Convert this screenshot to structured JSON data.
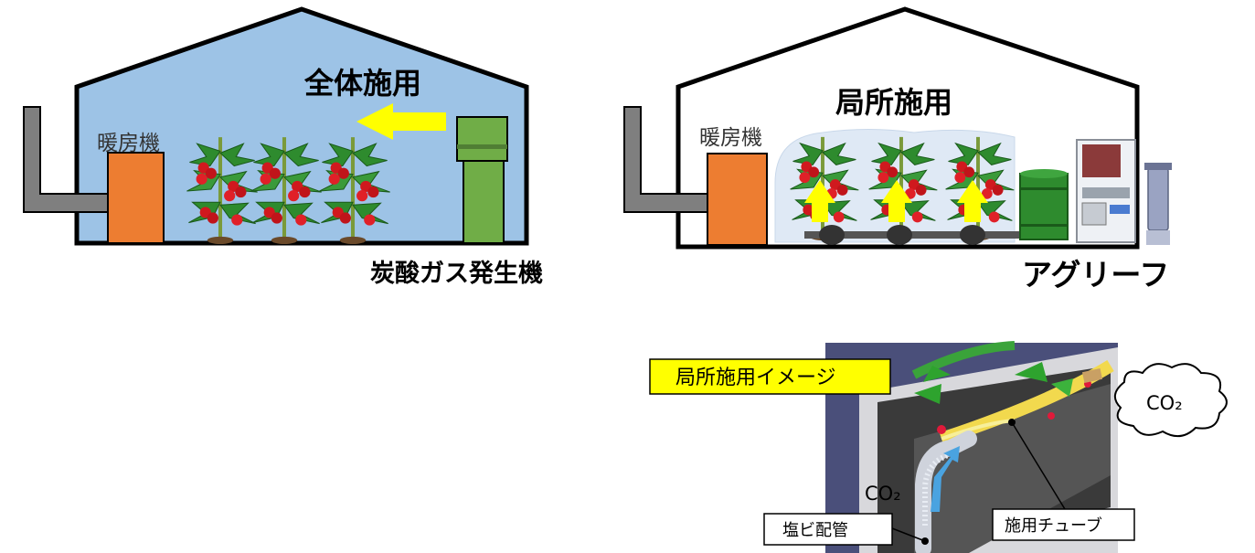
{
  "left": {
    "title": "全体施用",
    "heater": "暖房機",
    "generator": "炭酸ガス発生機"
  },
  "right": {
    "title": "局所施用",
    "heater": "暖房機",
    "system": "アグリーフ"
  },
  "inset": {
    "title": "局所施用イメージ",
    "cloud": "CO₂",
    "pipe_co2": "CO₂",
    "pvc_pipe": "塩ビ配管",
    "tube": "施用チューブ"
  },
  "colors": {
    "sky": "#9dc3e6",
    "heater": "#ed7d31",
    "generator": "#70ad47",
    "arrow": "#ffff00",
    "chimney": "#7f7f7f"
  }
}
